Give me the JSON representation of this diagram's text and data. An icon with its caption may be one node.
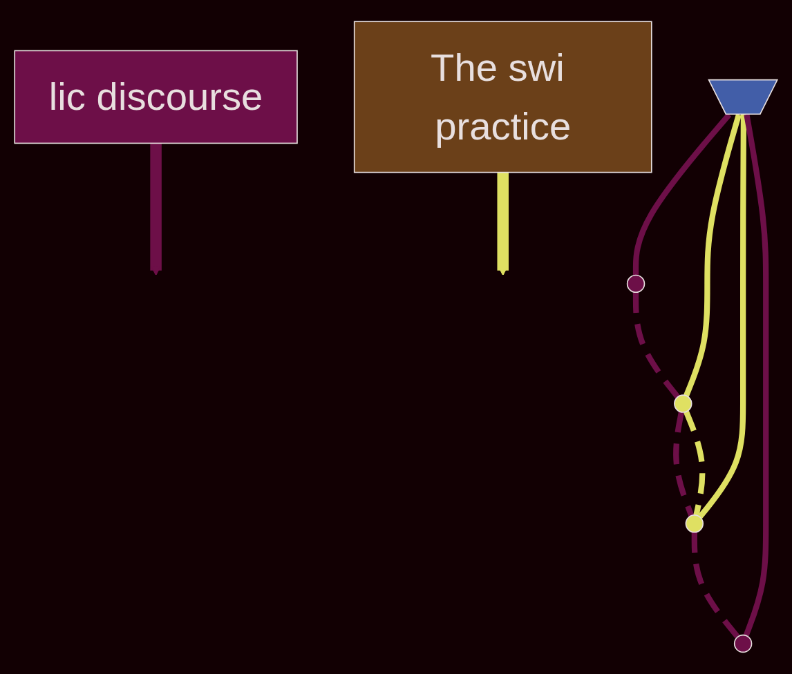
{
  "diagram": {
    "nodes": [
      {
        "text": [
          "lic discourse"
        ]
      },
      {
        "text": [],
        "shape": "trapezoid"
      },
      {
        "text": [
          "The swi practice"
        ]
      },
      {
        "text": [],
        "shape": "ellipse"
      },
      {
        "text": [],
        "shape": "ellipse"
      },
      {
        "text": [],
        "shape": "ellipse"
      },
      {
        "text": [],
        "shape": "ellipse"
      }
    ],
    "edges": [
      {
        "from": 1,
        "to": 3,
        "arrow": "none",
        "color": "#6d0f48"
      },
      {
        "from": 1,
        "to": 4,
        "arrow": "none",
        "color": "#dfe062"
      },
      {
        "from": 1,
        "to": 5,
        "arrow": "none",
        "color": "#dfe062"
      },
      {
        "from": 1,
        "to": 6,
        "arrow": "none",
        "color": "#6d0f48"
      },
      {
        "from": 3,
        "to": 4,
        "arrow": "none",
        "style": "dashed",
        "color": "#6d0f48"
      },
      {
        "from": 4,
        "to": 5,
        "arrow": "none",
        "style": "dashed",
        "color": "#6d0f48"
      },
      {
        "from": 5,
        "to": 6,
        "arrow": "none",
        "style": "dashed",
        "color": "#6d0f48"
      },
      {
        "from": 4,
        "to": 5,
        "arrow": "none",
        "style": "dashed",
        "color": "#dfe062"
      },
      {
        "from": 0,
        "to": null,
        "arrow": "to",
        "style": "thick",
        "color": "#6d0f48"
      },
      {
        "from": 2,
        "to": null,
        "arrow": "to",
        "style": "thick",
        "color": "#dfe062"
      }
    ]
  }
}
